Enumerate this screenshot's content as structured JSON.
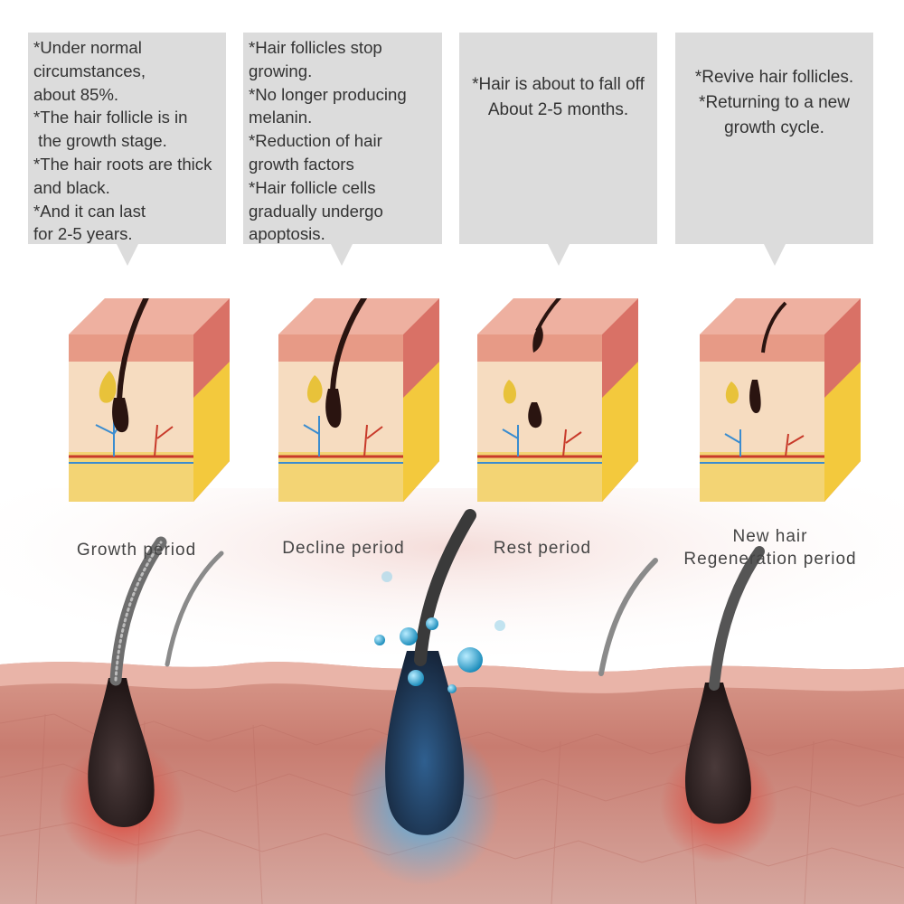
{
  "stages": [
    {
      "key": "growth",
      "description": [
        "*Under normal",
        "circumstances,",
        "about 85%.",
        "*The hair follicle is in",
        " the growth stage.",
        "*The hair roots are thick",
        "and black.",
        "*And it can last",
        "for 2-5 years."
      ],
      "label": [
        "Growth period"
      ]
    },
    {
      "key": "decline",
      "description": [
        "*Hair follicles stop",
        "growing.",
        "*No longer producing",
        "melanin.",
        "*Reduction of hair",
        "growth factors",
        "*Hair follicle cells",
        "gradually undergo",
        "apoptosis."
      ],
      "label": [
        "Decline period"
      ]
    },
    {
      "key": "rest",
      "description": [
        "*Hair is about to fall off",
        "About 2-5 months."
      ],
      "label": [
        "Rest period"
      ]
    },
    {
      "key": "regeneration",
      "description": [
        "*Revive hair follicles.",
        "*Returning to a new",
        "growth cycle."
      ],
      "label": [
        "New hair",
        "Regeneration period"
      ]
    }
  ],
  "colors": {
    "bubble": "#dcdcdc",
    "text": "#333333",
    "skin_top": "#e79a86",
    "skin_side": "#d97166",
    "dermis": "#f6dcc0",
    "fat": "#f3c93d",
    "hair": "#2a1410",
    "bulb_glow_red": "#d9342a",
    "bulb_glow_blue": "#3aa6e6"
  },
  "icons": [
    "hair-follicle-skin-cross-section",
    "hair-strand",
    "water-droplet"
  ]
}
